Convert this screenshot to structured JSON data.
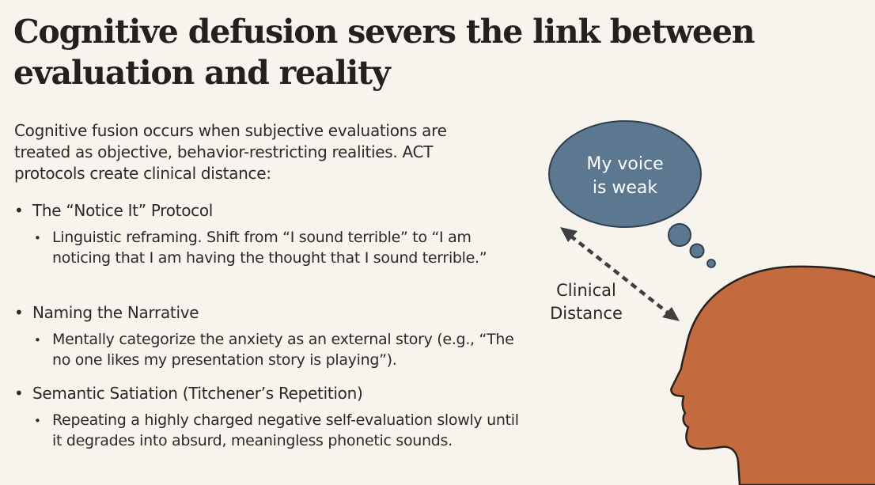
{
  "title": "Cognitive defusion severs the link between evaluation and reality",
  "intro": "Cognitive fusion occurs when subjective evaluations are treated as objective, behavior-restricting realities. ACT protocols create clinical distance:",
  "protocols": [
    {
      "heading": "The “Notice It” Protocol",
      "detail": "Linguistic reframing. Shift from “I sound terrible” to “I am noticing that I am having the thought that I sound terrible.”"
    },
    {
      "heading": "Naming the Narrative",
      "detail": "Mentally categorize the anxiety as an external story (e.g., “The no one likes my presentation story is playing”)."
    },
    {
      "heading": "Semantic Satiation (Titchener’s Repetition)",
      "detail": "Repeating a highly charged negative self-evaluation slowly until it degrades into absurd, meaningless phonetic sounds."
    }
  ],
  "diagram": {
    "thought_line1": "My voice",
    "thought_line2": "is weak",
    "distance_line1": "Clinical",
    "distance_line2": "Distance",
    "colors": {
      "bubble": "#5c7891",
      "bubble_stroke": "#2f3f4f",
      "head": "#c46a3f",
      "head_stroke": "#2a211c",
      "arrow": "#3f3f3f"
    }
  }
}
